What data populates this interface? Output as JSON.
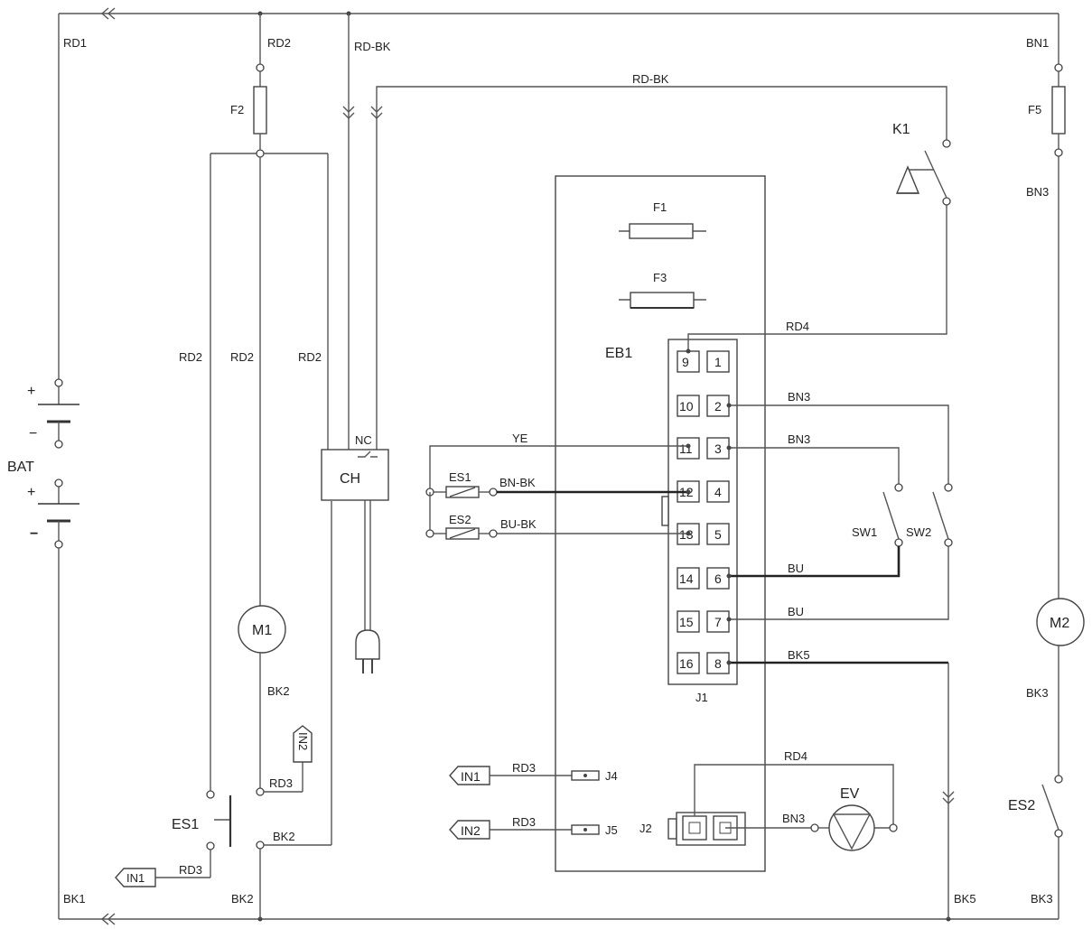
{
  "components": {
    "bat": "BAT",
    "f1": "F1",
    "f2": "F2",
    "f3": "F3",
    "f5": "F5",
    "k1": "K1",
    "eb1": "EB1",
    "ch": "CH",
    "nc": "NC",
    "m1": "M1",
    "m2": "M2",
    "ev": "EV",
    "es1": "ES1",
    "es2": "ES2",
    "sw1": "SW1",
    "sw2": "SW2",
    "j1": "J1",
    "j2": "J2",
    "j4": "J4",
    "j5": "J5",
    "in1": "IN1",
    "in2": "IN2",
    "plus": "+",
    "minus": "−"
  },
  "wires": {
    "rd1": "RD1",
    "rd2": "RD2",
    "rd3": "RD3",
    "rd4": "RD4",
    "rd_bk": "RD-BK",
    "bn1": "BN1",
    "bn3": "BN3",
    "bk1": "BK1",
    "bk2": "BK2",
    "bk3": "BK3",
    "bk5": "BK5",
    "ye": "YE",
    "bn_bk": "BN-BK",
    "bu_bk": "BU-BK",
    "bu": "BU"
  },
  "j1_pins": {
    "left": [
      "9",
      "10",
      "11",
      "12",
      "13",
      "14",
      "15",
      "16"
    ],
    "right": [
      "1",
      "2",
      "3",
      "4",
      "5",
      "6",
      "7",
      "8"
    ]
  }
}
